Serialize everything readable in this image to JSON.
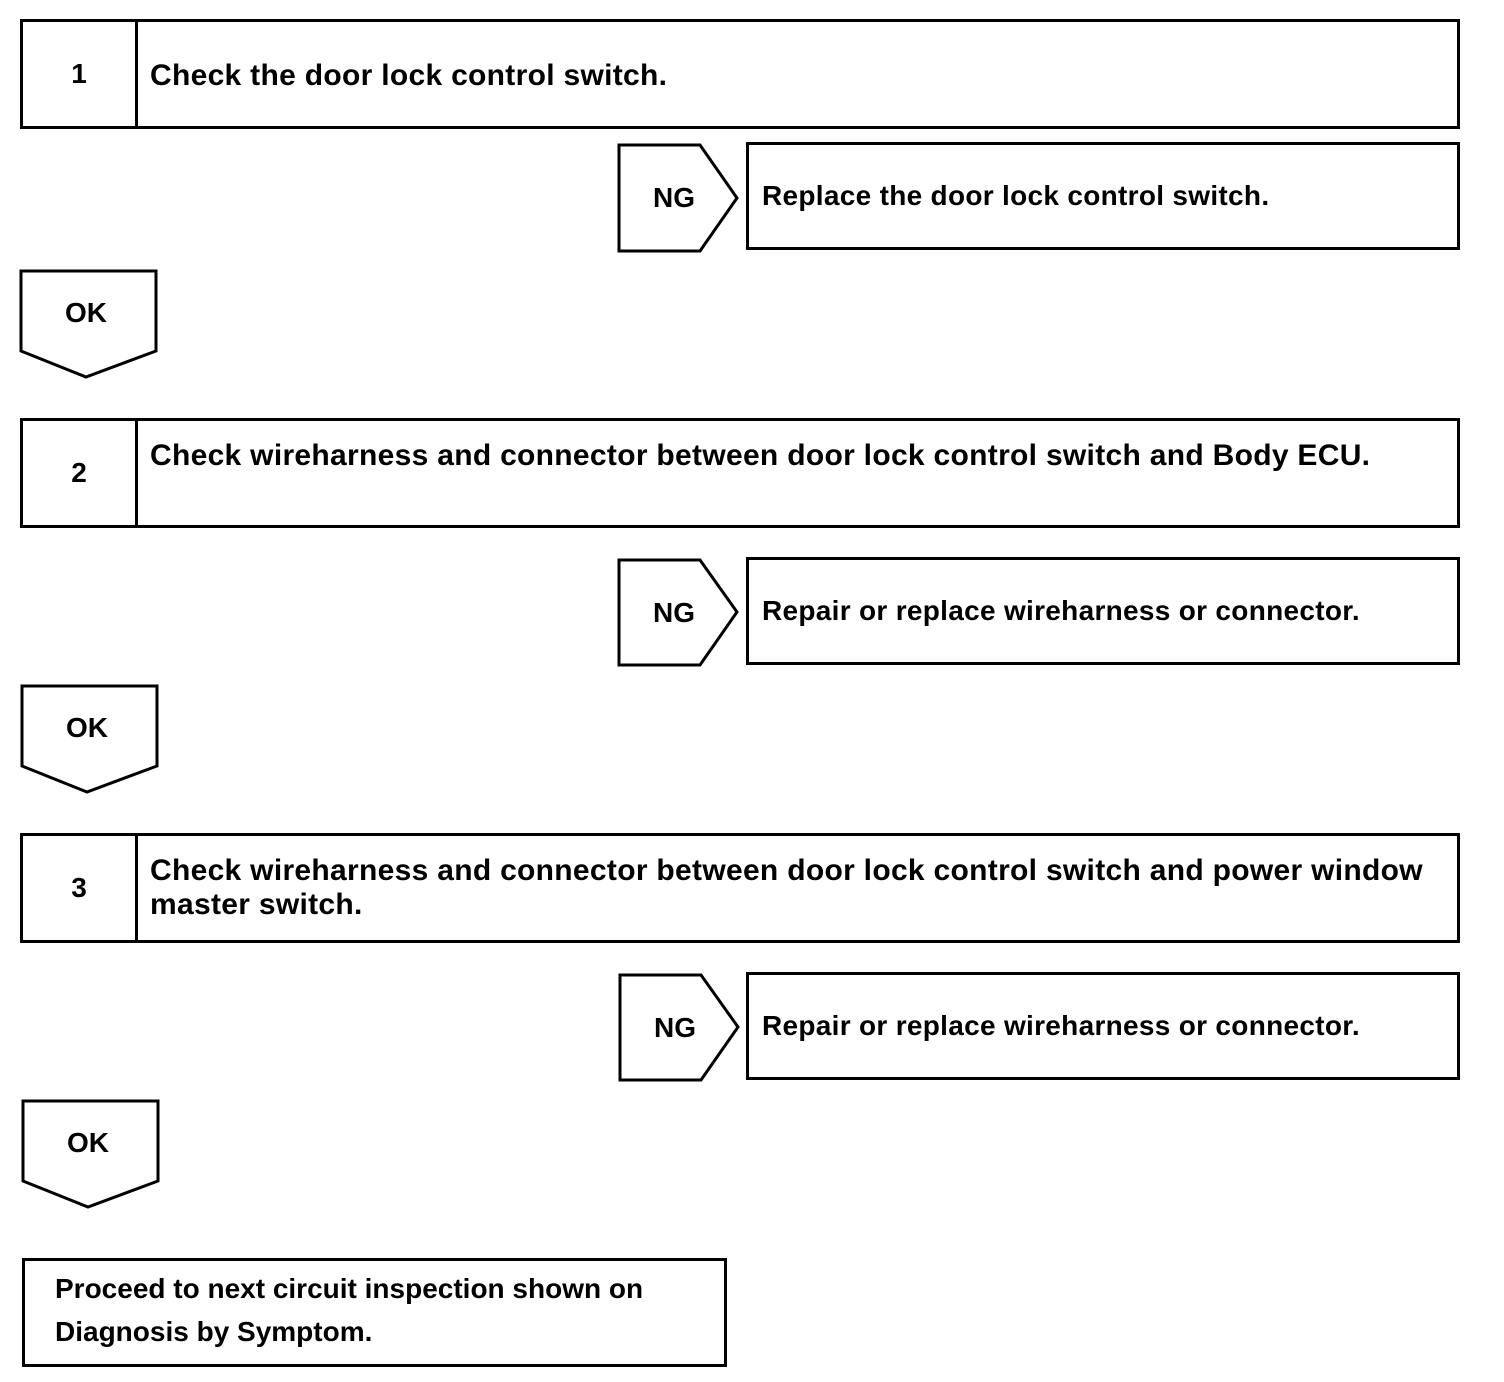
{
  "steps": [
    {
      "number": "1",
      "text": "Check the door lock control switch.",
      "ng_label": "NG",
      "ng_action": "Replace the door lock control switch.",
      "ok_label": "OK"
    },
    {
      "number": "2",
      "text": "Check wireharness and connector between door lock control switch and Body ECU.",
      "ng_label": "NG",
      "ng_action": "Repair or replace wireharness or connector.",
      "ok_label": "OK"
    },
    {
      "number": "3",
      "text": "Check wireharness and connector between door lock control switch and power window master switch.",
      "ng_label": "NG",
      "ng_action": "Repair or replace wireharness or connector.",
      "ok_label": "OK"
    }
  ],
  "final": {
    "text": "Proceed to next circuit inspection shown on Diagnosis by Symptom."
  }
}
